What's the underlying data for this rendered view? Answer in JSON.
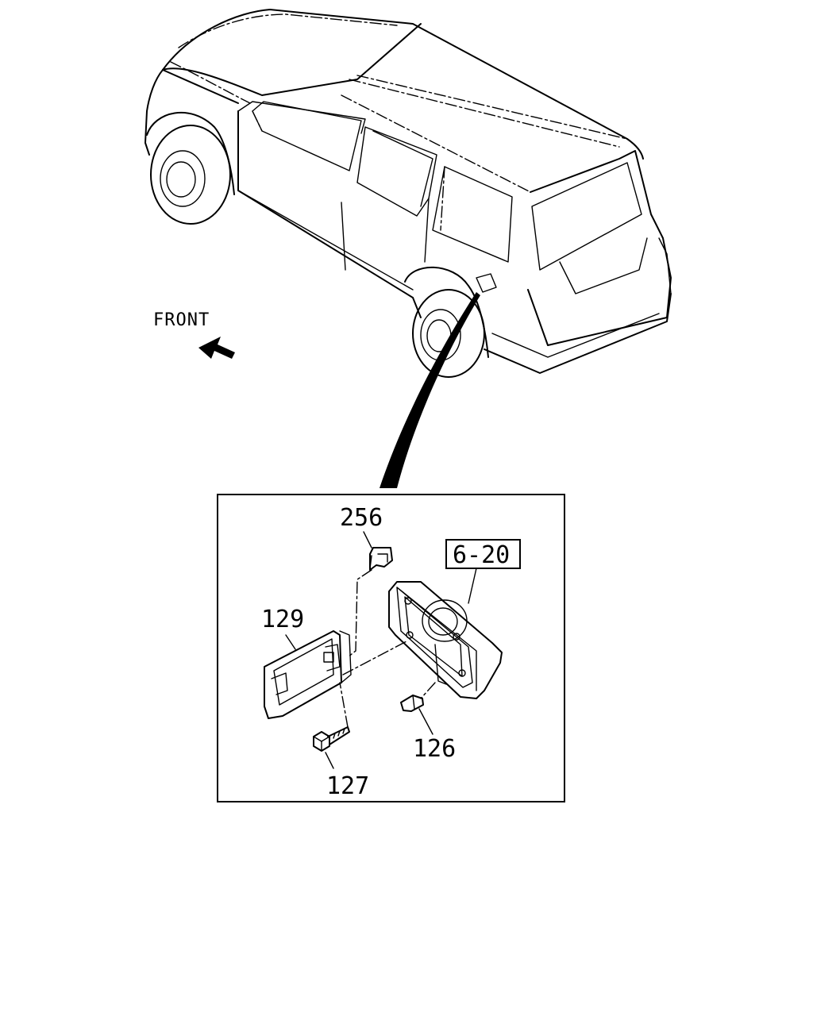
{
  "orientation_label": "FRONT",
  "callouts": {
    "bracket": "256",
    "lid": "129",
    "reference": "6-20",
    "screw": "127",
    "plug": "126"
  }
}
